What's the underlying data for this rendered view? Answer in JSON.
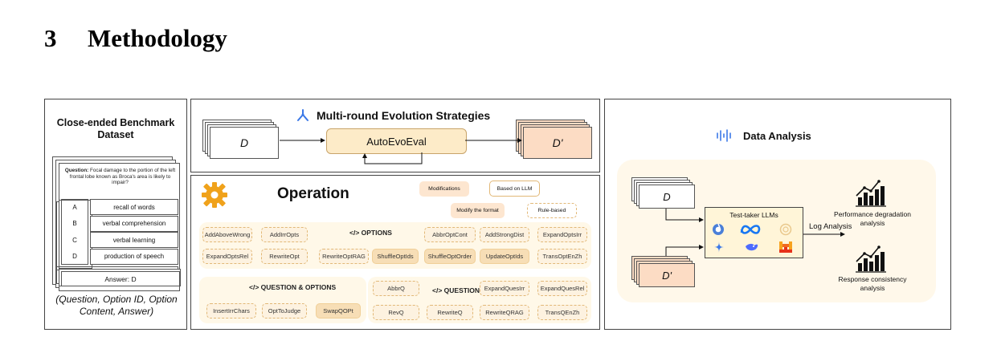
{
  "section": {
    "number": "3",
    "title": "Methodology"
  },
  "dataset": {
    "title": "Close-ended Benchmark Dataset",
    "question_label": "Question:",
    "question_text": "Focal damage to the portion of the left frontal lobe known as Broca's area is likely to impair?",
    "options": [
      {
        "id": "A",
        "content": "recall of words"
      },
      {
        "id": "B",
        "content": "verbal comprehension"
      },
      {
        "id": "C",
        "content": "verbal learning"
      },
      {
        "id": "D",
        "content": "production of speech"
      }
    ],
    "answer": "Answer: D",
    "caption": "(Question, Option ID, Option Content, Answer)"
  },
  "evolution": {
    "title": "Multi-round Evolution Strategies",
    "input_label": "D",
    "engine_label": "AutoEvoEval",
    "output_label": "D'"
  },
  "operation": {
    "title": "Operation",
    "legend": {
      "modifications": "Modifications",
      "based_on_llm": "Based on LLM",
      "modify_format": "Modify the format",
      "rule_based": "Rule-based"
    },
    "options_group": "</> OPTIONS",
    "question_options_group": "</> QUESTION & OPTIONS",
    "question_group": "</> QUESTION",
    "ops": {
      "add_above_wrong": "AddAboveWrong",
      "add_irr_opts": "AddIrrOpts",
      "abbr_opt_cont": "AbbrOptCont",
      "add_strong_dist": "AddStrongDist",
      "expand_opts_irr": "ExpandOptsIrr",
      "expand_opts_rel": "ExpandOptsRel",
      "rewrite_opt": "RewriteOpt",
      "rewrite_opt_rag": "RewriteOptRAG",
      "shuffle_opt_ids": "ShuffleOptIds",
      "shuffle_opt_order": "ShuffleOptOrder",
      "update_opt_ids": "UpdateOptIds",
      "trans_opt_en_zh": "TransOptEnZh",
      "insert_irr_chars": "InsertIrrChars",
      "opt_to_judge": "OptToJudge",
      "swap_q_opt": "SwapQOPt",
      "abbr_q": "AbbrQ",
      "expand_ques_irr": "ExpandQuesIrr",
      "expand_ques_rel": "ExpandQuesRel",
      "rev_q": "RevQ",
      "rewrite_q": "RewriteQ",
      "rewrite_q_rag": "RewriteQRAG",
      "trans_q_en_zh": "TransQEnZh"
    }
  },
  "analysis": {
    "title": "Data Analysis",
    "input_d": "D",
    "input_d_prime": "D'",
    "llm_box_title": "Test-taker LLMs",
    "log_label": "Log Analysis",
    "result_1": "Performance degradation analysis",
    "result_2": "Response consistency analysis"
  },
  "colors": {
    "orange_fill": "#fdebc8",
    "salmon_fill": "#fcdcc4",
    "operation_band": "#fff8e8",
    "analysis_bg": "#fff8ea",
    "llm_box_fill": "#fff5d8",
    "blue_icon": "#3b78e7"
  },
  "icons": [
    "hierarchy-icon",
    "gear-icon",
    "audio-wave-icon",
    "bar-chart-icon",
    "meta-logo-icon",
    "gemini-star-icon"
  ]
}
